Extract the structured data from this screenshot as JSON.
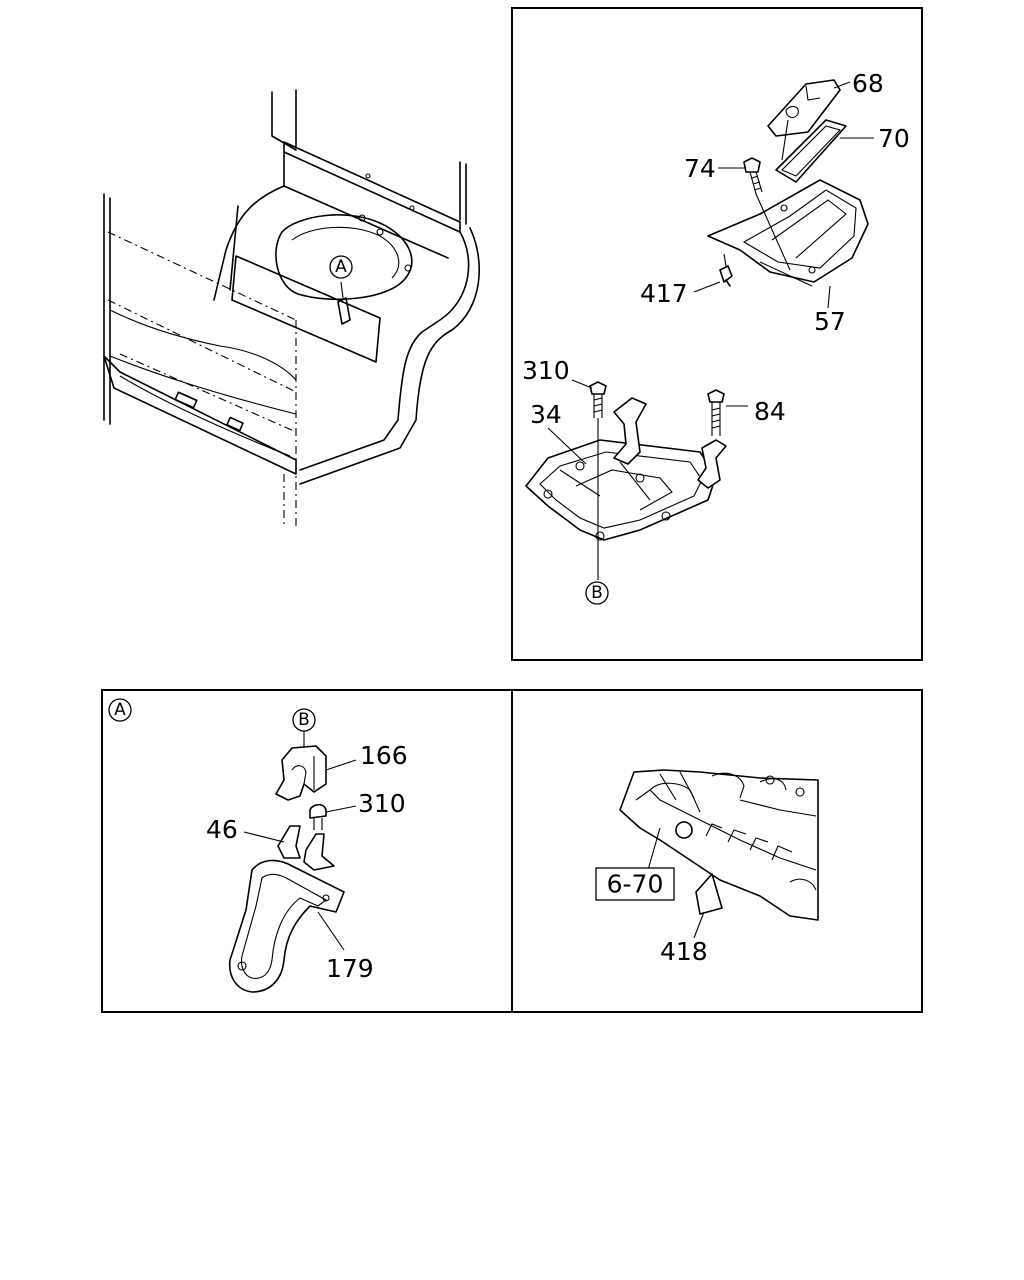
{
  "diagram": {
    "main_view": {
      "ref_a": "A"
    },
    "detail_top_right": {
      "callouts": [
        "68",
        "70",
        "74",
        "417",
        "57",
        "310",
        "84",
        "34"
      ],
      "ref_b": "B"
    },
    "detail_a": {
      "ref_a": "A",
      "ref_b": "B",
      "callouts": [
        "166",
        "310",
        "46",
        "179"
      ]
    },
    "detail_bottom_right": {
      "boxed_ref": "6-70",
      "callouts": [
        "418"
      ]
    }
  }
}
